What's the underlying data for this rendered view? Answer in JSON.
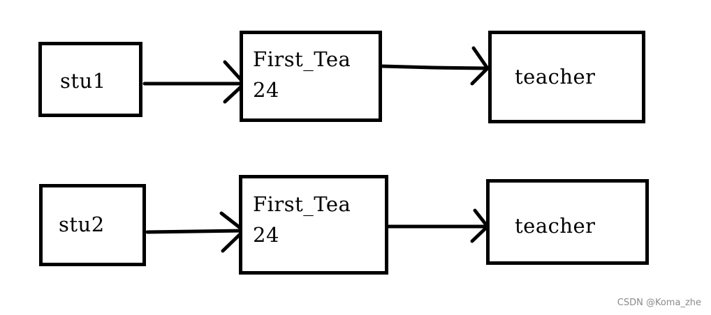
{
  "row1": {
    "left_box": "stu1",
    "middle_box": {
      "name": "First_Tea",
      "value": "24"
    },
    "right_box": "teacher"
  },
  "row2": {
    "left_box": "stu2",
    "middle_box": {
      "name": "First_Tea",
      "value": "24"
    },
    "right_box": "teacher"
  },
  "watermark": "CSDN @Koma_zhe",
  "colors": {
    "stroke": "#000000",
    "background": "#ffffff",
    "watermark": "#8a8a8a"
  }
}
